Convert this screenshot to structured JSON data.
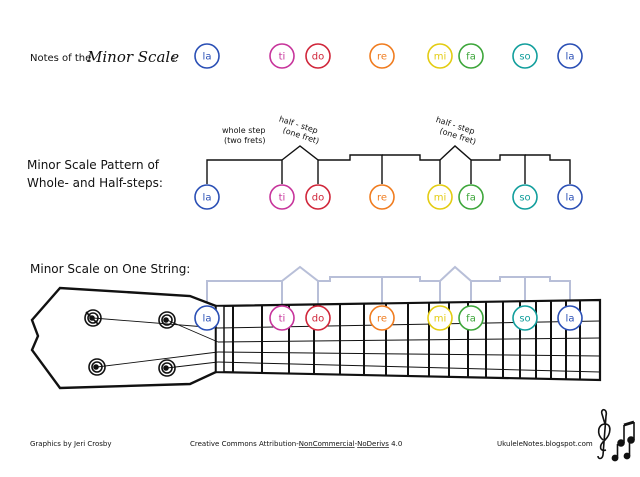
{
  "header": {
    "prefix": "Notes of the",
    "title": "Minor Scale",
    "suffix": ":"
  },
  "pattern": {
    "line1": "Minor Scale Pattern of",
    "line2": "Whole- and Half-steps:",
    "whole_step_1": "whole step",
    "whole_step_2": "(two frets)",
    "half_step_a": "half  -  step",
    "half_step_b": "(one fret)",
    "half_step_c": "half  -  step",
    "half_step_d": "(one fret)"
  },
  "one_string": {
    "label": "Minor Scale on One String:"
  },
  "notes": [
    {
      "label": "la",
      "color": "#2a4fb5"
    },
    {
      "label": "ti",
      "color": "#c7349b"
    },
    {
      "label": "do",
      "color": "#d0263a"
    },
    {
      "label": "re",
      "color": "#f07c1f"
    },
    {
      "label": "mi",
      "color": "#e3cc12"
    },
    {
      "label": "fa",
      "color": "#3da63a"
    },
    {
      "label": "so",
      "color": "#119e9c"
    },
    {
      "label": "la",
      "color": "#2a4fb5"
    }
  ],
  "footer": {
    "credit": "Graphics by Jeri Crosby",
    "license_prefix": "Creative Commons Attribution-",
    "license_nc": "NonCommercial",
    "license_dash": "-",
    "license_nd": "NoDerivs",
    "license_suffix": " 4.0",
    "site": "UkuleleNotes.blogspot.com"
  },
  "icons": {
    "music": "treble-clef-notes-icon"
  }
}
